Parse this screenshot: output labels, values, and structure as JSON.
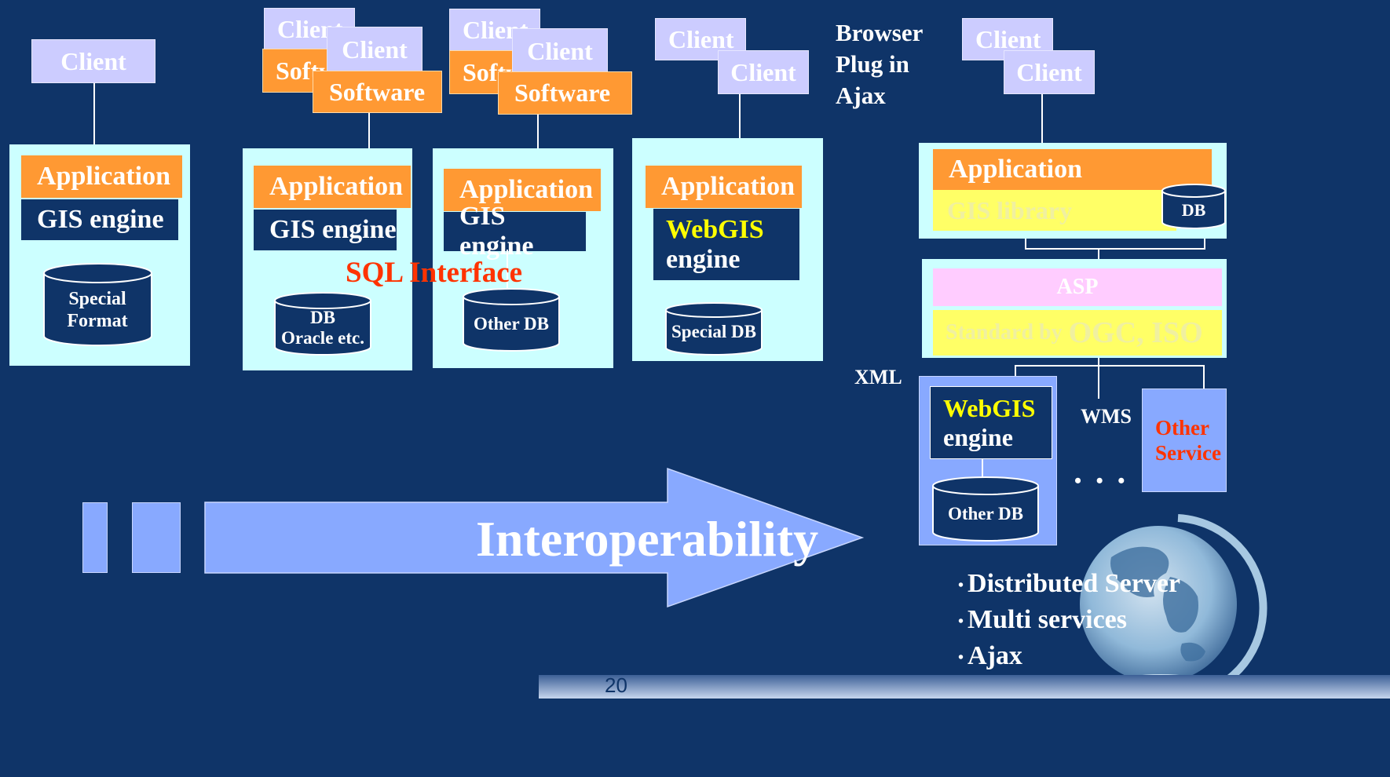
{
  "labels": {
    "client": "Client",
    "software": "Software",
    "application": "Application",
    "gis_engine": "GIS engine",
    "webgis": "WebGIS",
    "engine": "engine",
    "sql_interface": "SQL Interface",
    "gis_library": "GIS library",
    "db": "DB",
    "asp": "ASP",
    "standard": "Standard by",
    "standard_bodies": "OGC, ISO",
    "xml": "XML",
    "wms": "WMS",
    "other_service": "Other Service",
    "ellipsis": "• • •",
    "interoperability": "Interoperability",
    "page_number": "20"
  },
  "browser_note": [
    "Browser",
    "Plug in",
    "Ajax"
  ],
  "databases": {
    "special_format": "Special Format",
    "db_oracle_1": "DB",
    "db_oracle_2": "Oracle etc.",
    "other_db": "Other DB",
    "special_db": "Special DB"
  },
  "features": [
    "Distributed Server",
    "Multi services",
    "Ajax"
  ],
  "colors": {
    "background": "#0f3468",
    "client": "#ccccff",
    "software": "#ff9933",
    "panel": "#ccffff",
    "webgis_text": "#ffff00",
    "sql_text": "#ff3300",
    "arrow": "#88a9ff",
    "asp": "#ffccff",
    "library": "#ffff66"
  }
}
